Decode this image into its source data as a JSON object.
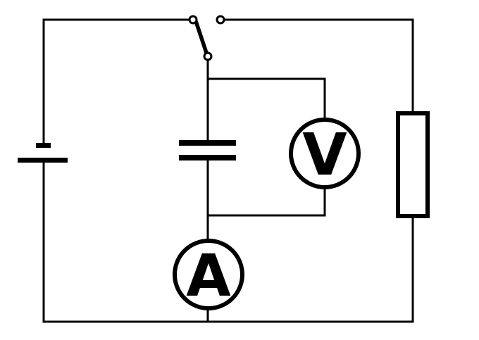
{
  "canvas": {
    "background_color": "#ffffff",
    "line_color": "#000000"
  },
  "components": {
    "battery": {
      "symbol": "single-cell"
    },
    "switch": {
      "symbol": "open-knife-switch",
      "state": "open"
    },
    "capacitor": {
      "symbol": "parallel-plate-capacitor"
    },
    "voltmeter": {
      "label": "V"
    },
    "ammeter": {
      "label": "A"
    },
    "resistor": {
      "symbol": "box-resistor"
    }
  }
}
